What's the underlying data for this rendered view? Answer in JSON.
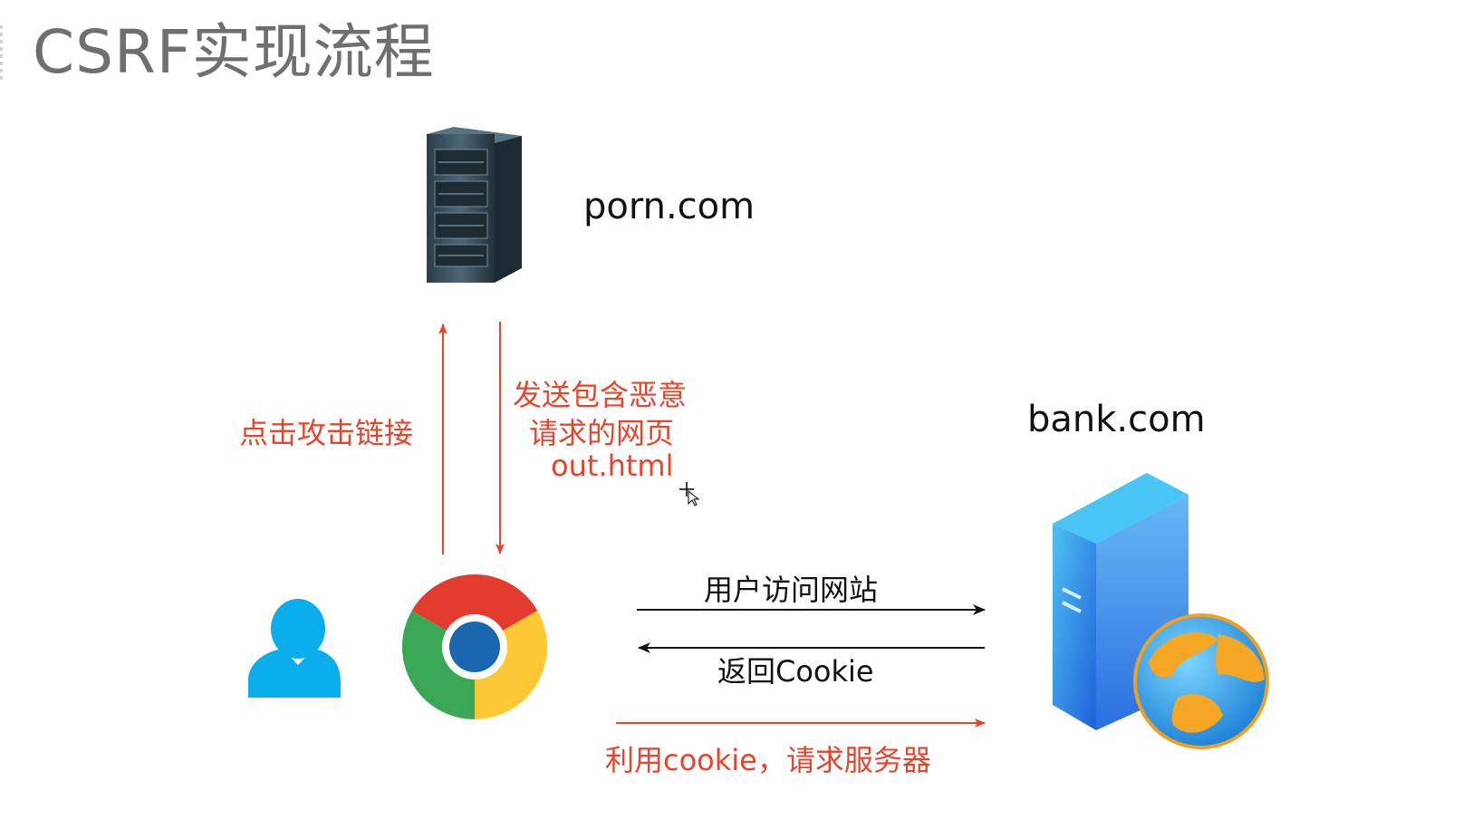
{
  "title": "CSRF实现流程",
  "nodes": {
    "porn_server_label": "porn.com",
    "bank_server_label": "bank.com"
  },
  "edges": {
    "click_link": "点击攻击链接",
    "send_page_line1": "发送包含恶意",
    "send_page_line2": "请求的网页",
    "send_page_line3": "out.html",
    "user_visit": "用户访问网站",
    "return_cookie": "返回Cookie",
    "use_cookie": "利用cookie，请求服务器"
  },
  "colors": {
    "red_arrow": "#e8442c",
    "black_arrow": "#111111",
    "title_gray": "#6f6f6f",
    "user_blue": "#0aaeea"
  },
  "icons": [
    "server-rack-icon",
    "user-icon",
    "chrome-browser-icon",
    "web-server-globe-icon",
    "move-cursor-icon"
  ]
}
